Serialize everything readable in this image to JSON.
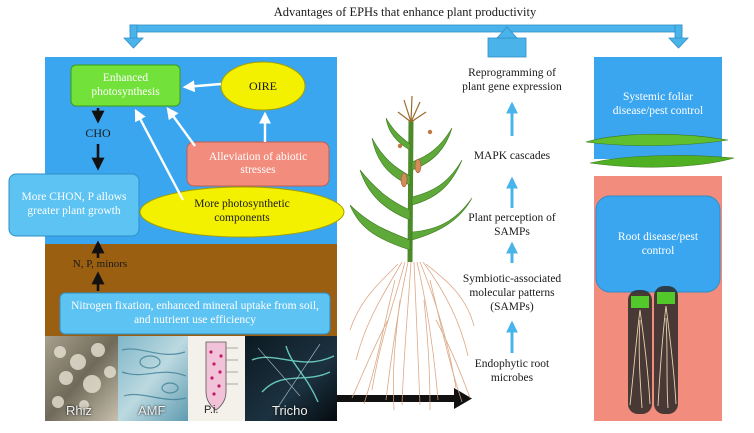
{
  "top_title": "Advantages of EPHs that enhance plant productivity",
  "left_panel": {
    "enhanced_photosynthesis": "Enhanced photosynthesis",
    "oire": "OIRE",
    "cho": "CHO",
    "alleviation": "Alleviation of abiotic stresses",
    "more_chon": "More CHON, P allows greater plant growth",
    "more_photosynthetic": "More photosynthetic components",
    "npk": "N, P, minors",
    "nitrogen_fixation": "Nitrogen fixation, enhanced mineral uptake from soil, and nutrient use efficiency",
    "photos": [
      "Rhiz",
      "AMF",
      "P.i.",
      "Tricho"
    ]
  },
  "center_column": {
    "steps": [
      "Reprogramming of plant gene expression",
      "MAPK cascades",
      "Plant perception of SAMPs",
      "Symbiotic-associated molecular patterns (SAMPs)",
      "Endophytic root microbes"
    ]
  },
  "right_panel": {
    "systemic": "Systemic foliar disease/pest control",
    "root": "Root disease/pest control"
  },
  "colors": {
    "sky_blue": "#3ba6f0",
    "soil_brown": "#9b5f12",
    "box_blue": "#5cc3f3",
    "green": "#72e23a",
    "yellow": "#f3f000",
    "salmon": "#f28c7c",
    "arrow_blue": "#4ab4ea"
  }
}
